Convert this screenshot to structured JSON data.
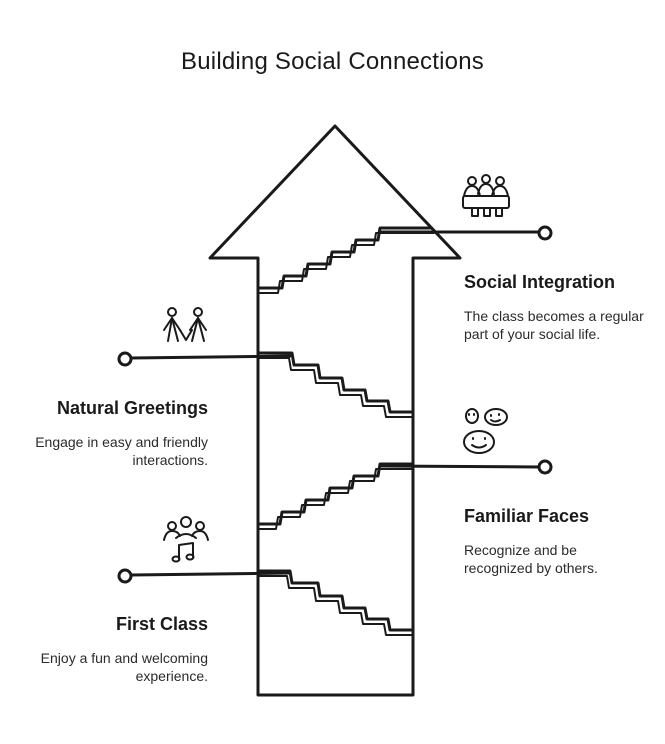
{
  "title": "Building Social Connections",
  "stages": [
    {
      "heading": "Social Integration",
      "text": "The class becomes a regular part of your social life.",
      "icon": "group-at-table-icon"
    },
    {
      "heading": "Natural Greetings",
      "text": "Engage in easy and friendly interactions.",
      "icon": "two-people-icon"
    },
    {
      "heading": "Familiar Faces",
      "text": "Recognize and be recognized by others.",
      "icon": "smiley-faces-icon"
    },
    {
      "heading": "First Class",
      "text": "Enjoy a fun and welcoming experience.",
      "icon": "people-music-icon"
    }
  ],
  "colors": {
    "ink": "#1a1a1a",
    "background": "#ffffff"
  }
}
